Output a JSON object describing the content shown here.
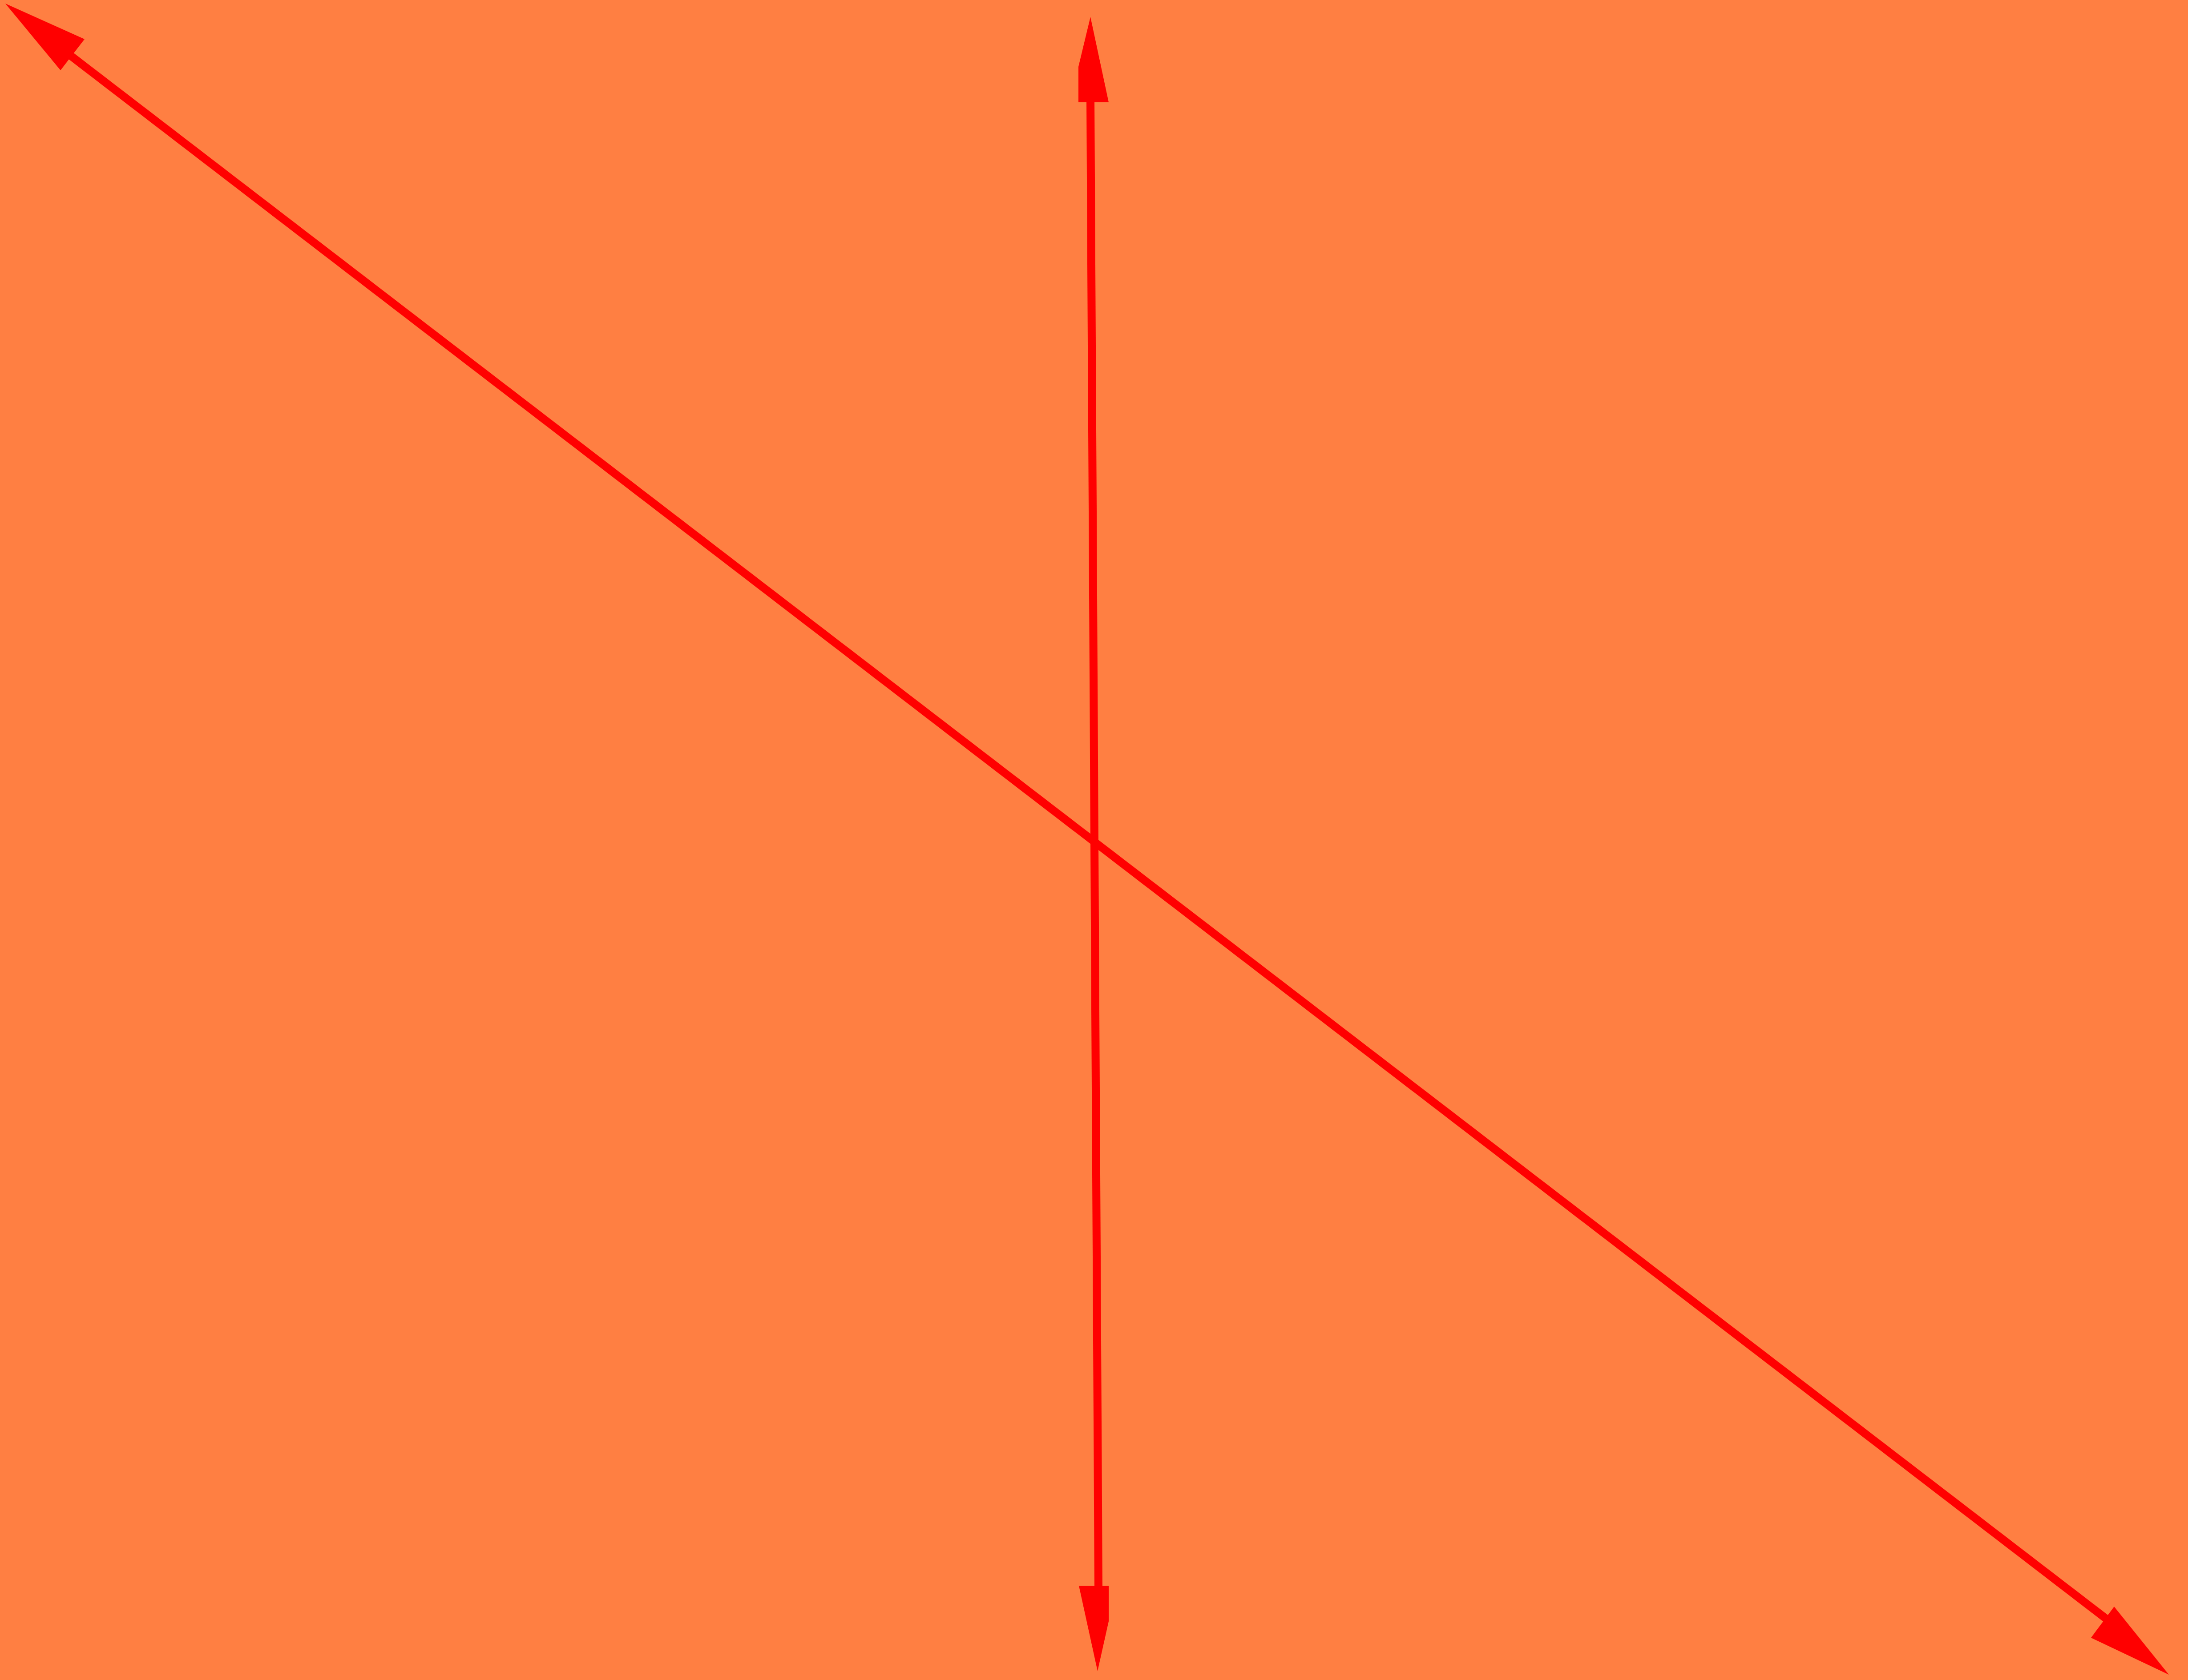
{
  "diagram": {
    "background_color": "#ff7f42",
    "line_color": "#ff0000",
    "lines": [
      {
        "kind": "double-headed-arrow",
        "orientation": "diagonal"
      },
      {
        "kind": "double-headed-arrow",
        "orientation": "vertical"
      }
    ]
  }
}
